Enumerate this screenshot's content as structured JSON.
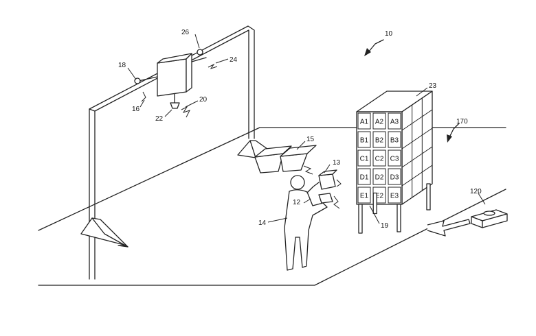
{
  "figure": {
    "refs": {
      "system": "10",
      "person": "14",
      "handheld": "12",
      "item": "13",
      "bins": "15",
      "sensor_left": "16",
      "bracket_left": "18",
      "camera": "22",
      "signal_camera": "20",
      "signal_right": "24",
      "bracket_right": "26",
      "rack": "23",
      "rack_base": "19",
      "signal_rack": "170",
      "base_station": "120"
    },
    "rack_cells": [
      [
        "A1",
        "A2",
        "A3"
      ],
      [
        "B1",
        "B2",
        "B3"
      ],
      [
        "C1",
        "C2",
        "C3"
      ],
      [
        "D1",
        "D2",
        "D3"
      ],
      [
        "E1",
        "E2",
        "E3"
      ]
    ]
  }
}
